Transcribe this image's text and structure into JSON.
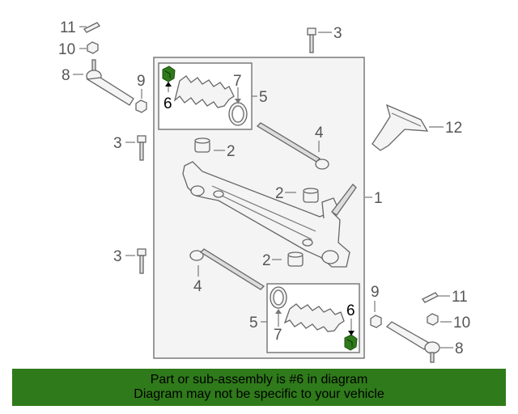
{
  "callouts": {
    "c1": "1",
    "c2a": "2",
    "c2b": "2",
    "c2c": "2",
    "c3a": "3",
    "c3b": "3",
    "c3c": "3",
    "c4a": "4",
    "c4b": "4",
    "c5a": "5",
    "c5b": "5",
    "c6a": "6",
    "c6b": "6",
    "c7a": "7",
    "c7b": "7",
    "c8a": "8",
    "c8b": "8",
    "c9a": "9",
    "c9b": "9",
    "c10a": "10",
    "c10b": "10",
    "c11a": "11",
    "c11b": "11",
    "c12": "12"
  },
  "highlight_color": "#2f7a1a",
  "notice": {
    "line1": "Part or sub-assembly is #6 in diagram",
    "line2": "Diagram may not be specific to your vehicle"
  }
}
